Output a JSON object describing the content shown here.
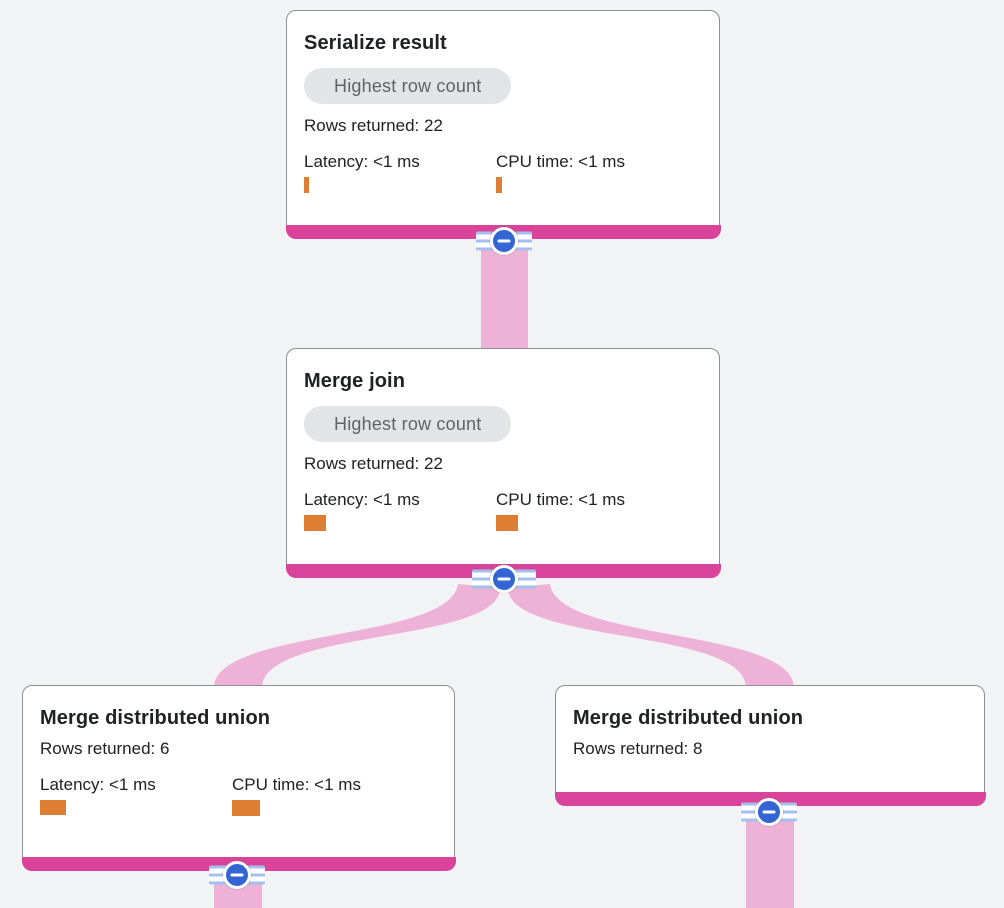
{
  "diagram": {
    "type": "query-execution-plan",
    "colors": {
      "background": "#f1f3f4",
      "card_border": "#8b9095",
      "accent_pink": "#d9449a",
      "flow_pink": "#eeb1d7",
      "toggle_blue": "#3366d4",
      "stripe_blue": "#a5bfee",
      "metric_orange": "#de7e33",
      "badge_bg": "#e3e4e6",
      "badge_text": "#5f6368",
      "text": "#202124"
    },
    "toggle_icon": "minus-icon",
    "nodes": [
      {
        "id": "serialize-result",
        "title": "Serialize result",
        "badge": "Highest row count",
        "rows_text": "Rows returned: 22",
        "rows_returned": 22,
        "metrics": [
          {
            "label": "Latency: <1 ms",
            "value": "<1 ms",
            "bar_style": "width:5px;height:16px"
          },
          {
            "label": "CPU time: <1 ms",
            "value": "<1 ms",
            "bar_style": "width:6px;height:16px"
          }
        ]
      },
      {
        "id": "merge-join",
        "title": "Merge join",
        "badge": "Highest row count",
        "rows_text": "Rows returned: 22",
        "rows_returned": 22,
        "metrics": [
          {
            "label": "Latency: <1 ms",
            "value": "<1 ms",
            "bar_style": "width:22px;height:16px"
          },
          {
            "label": "CPU time: <1 ms",
            "value": "<1 ms",
            "bar_style": "width:22px;height:16px"
          }
        ]
      },
      {
        "id": "merge-distributed-union-left",
        "title": "Merge distributed union",
        "rows_text": "Rows returned: 6",
        "rows_returned": 6,
        "metrics": [
          {
            "label": "Latency: <1 ms",
            "value": "<1 ms",
            "bar_style": "width:26px;height:15px"
          },
          {
            "label": "CPU time: <1 ms",
            "value": "<1 ms",
            "bar_style": "width:28px;height:16px"
          }
        ]
      },
      {
        "id": "merge-distributed-union-right",
        "title": "Merge distributed union",
        "rows_text": "Rows returned: 8",
        "rows_returned": 8
      }
    ]
  }
}
